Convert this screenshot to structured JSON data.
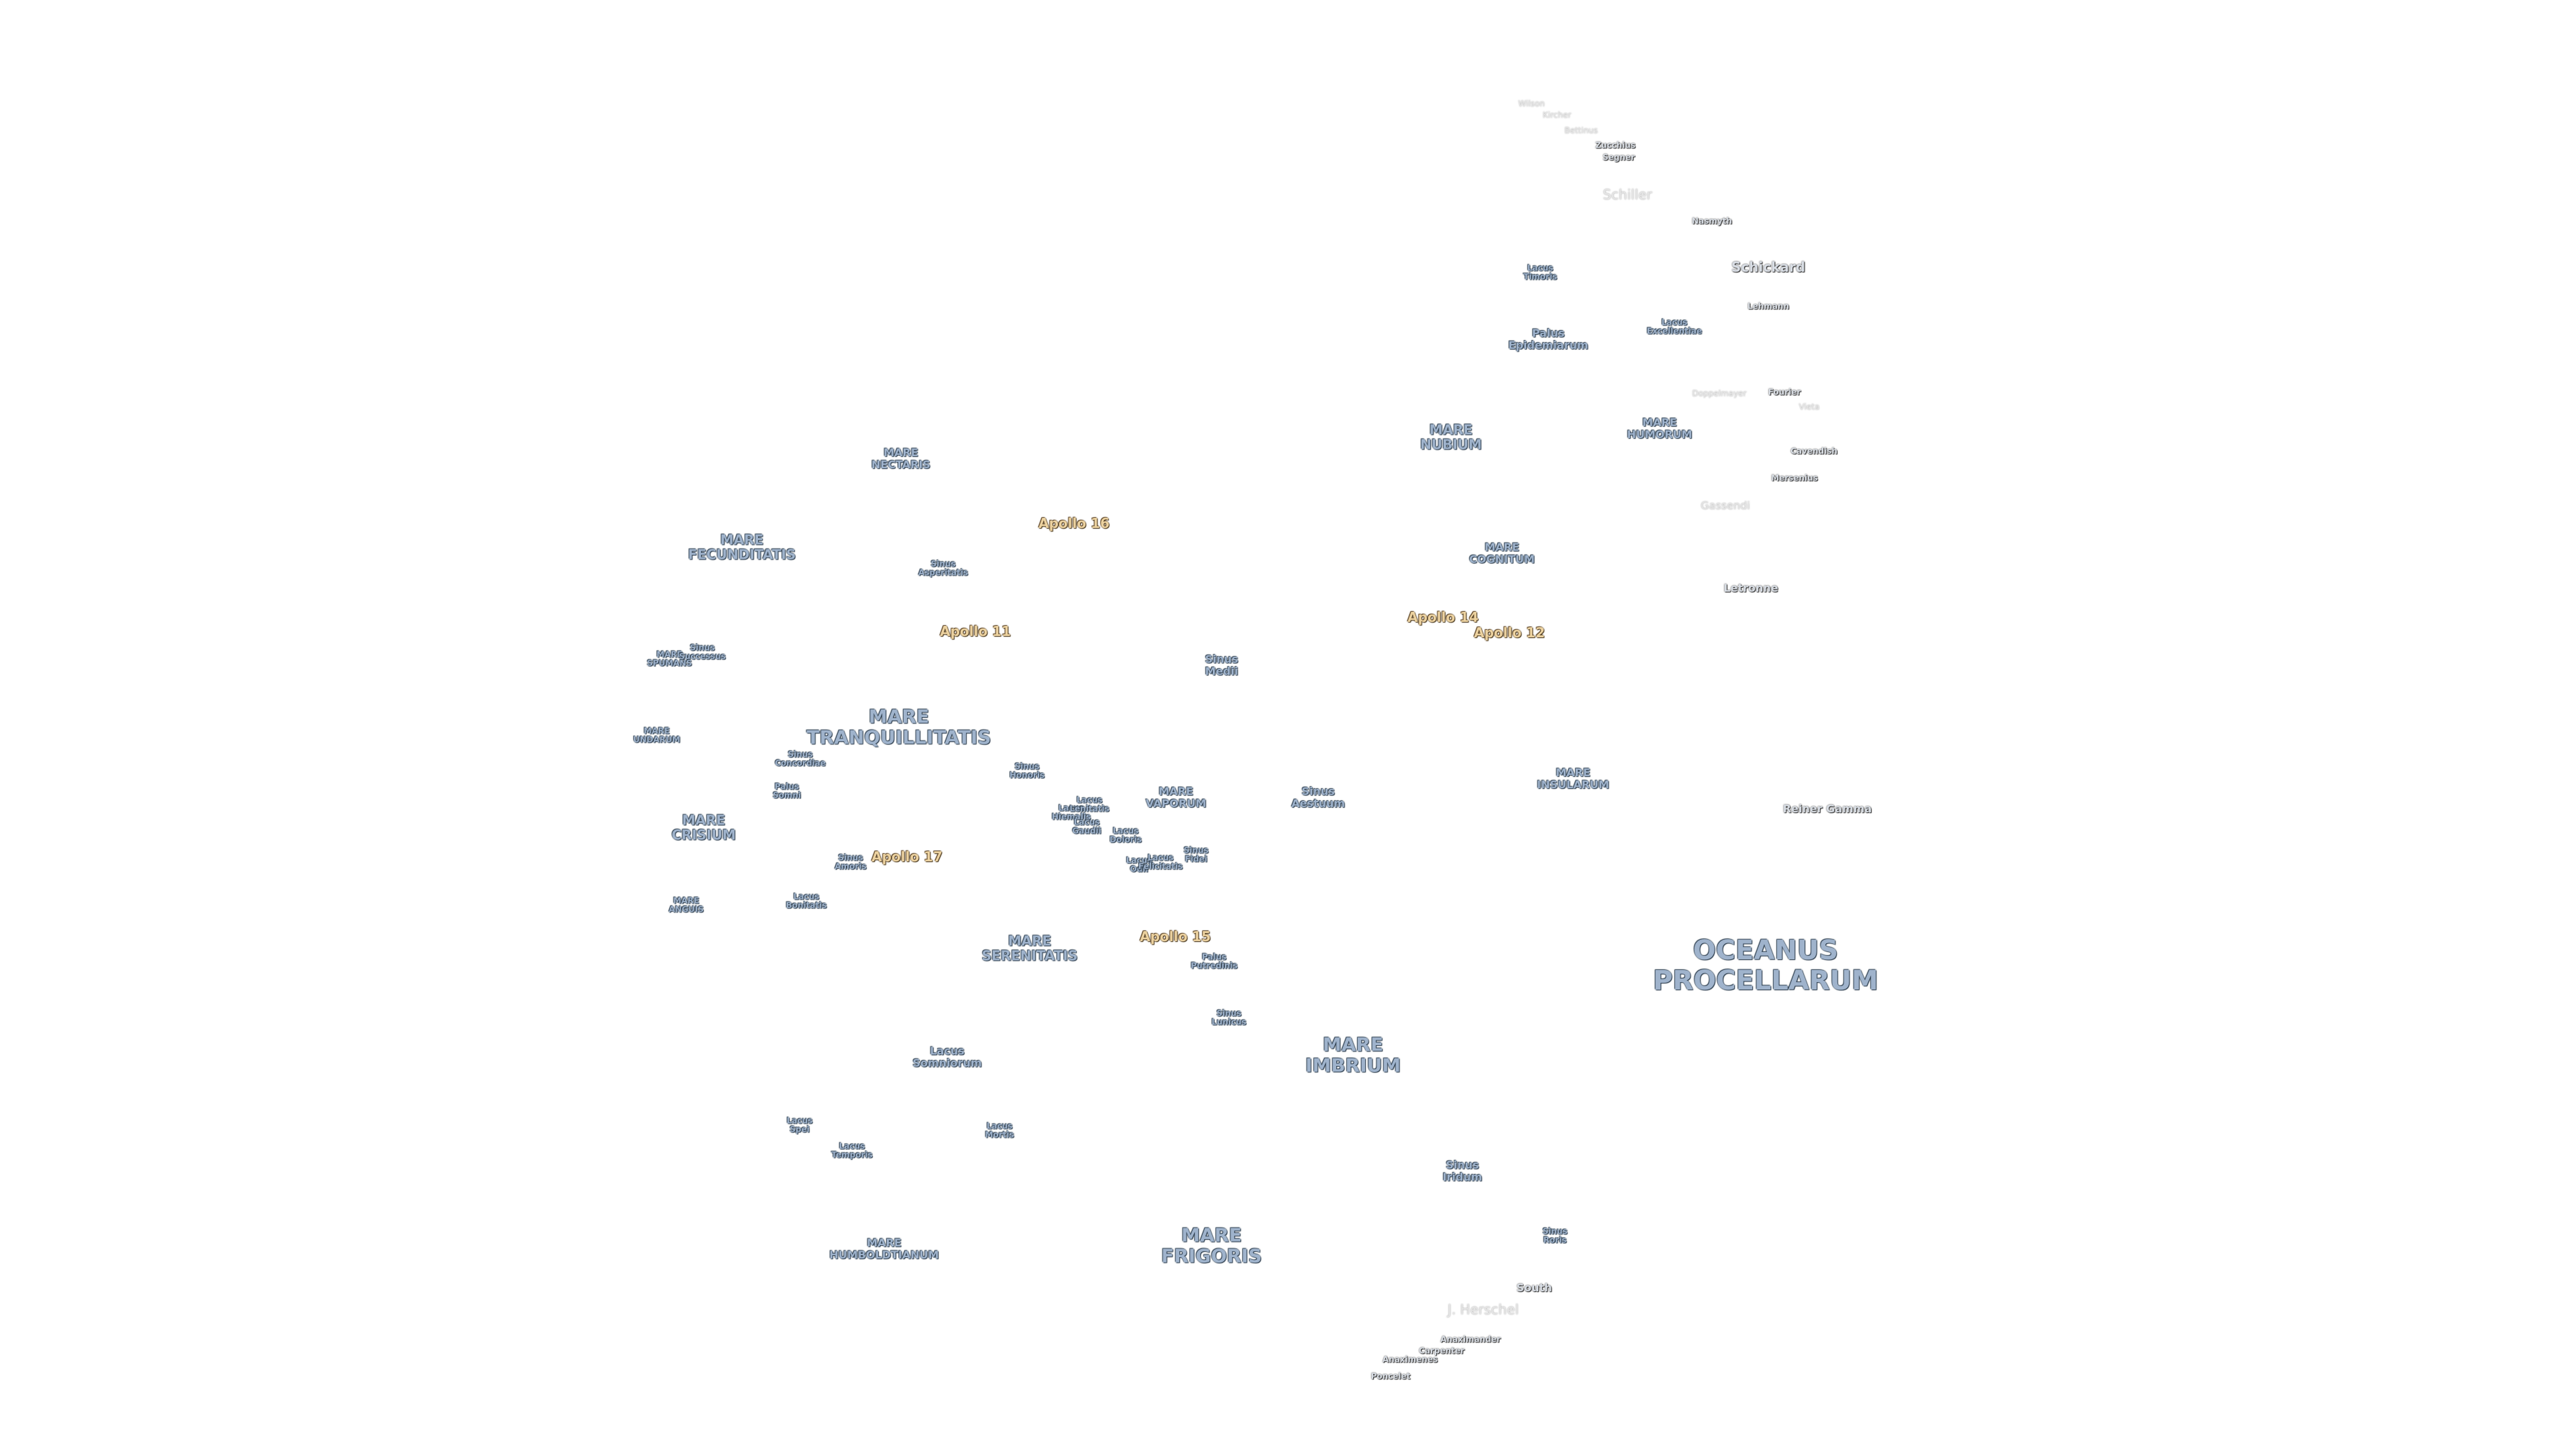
{
  "features": [
    {
      "name": "oceanus-procellarum",
      "lines": [
        "OCEANUS",
        "PROCELLARUM"
      ],
      "kind": "mare",
      "size": "xl"
    },
    {
      "name": "mare-imbrium",
      "lines": [
        "MARE",
        "IMBRIUM"
      ],
      "kind": "mare",
      "size": "l"
    },
    {
      "name": "mare-frigoris",
      "lines": [
        "MARE",
        "FRIGORIS"
      ],
      "kind": "mare",
      "size": "l"
    },
    {
      "name": "mare-serenitatis",
      "lines": [
        "MARE",
        "SERENITATIS"
      ],
      "kind": "mare",
      "size": "m"
    },
    {
      "name": "mare-tranquillitatis",
      "lines": [
        "MARE",
        "TRANQUILLITATIS"
      ],
      "kind": "mare",
      "size": "l"
    },
    {
      "name": "mare-fecunditatis",
      "lines": [
        "MARE",
        "FECUNDITATIS"
      ],
      "kind": "mare",
      "size": "m"
    },
    {
      "name": "mare-nectaris",
      "lines": [
        "MARE",
        "NECTARIS"
      ],
      "kind": "mare",
      "size": "s"
    },
    {
      "name": "mare-crisium",
      "lines": [
        "MARE",
        "CRISIUM"
      ],
      "kind": "mare",
      "size": "m"
    },
    {
      "name": "mare-nubium",
      "lines": [
        "MARE",
        "NUBIUM"
      ],
      "kind": "mare",
      "size": "m"
    },
    {
      "name": "mare-humorum",
      "lines": [
        "MARE",
        "HUMORUM"
      ],
      "kind": "mare",
      "size": "s"
    },
    {
      "name": "mare-cognitum",
      "lines": [
        "MARE",
        "COGNITUM"
      ],
      "kind": "mare",
      "size": "s"
    },
    {
      "name": "mare-insularum",
      "lines": [
        "MARE",
        "INSULARUM"
      ],
      "kind": "mare",
      "size": "s"
    },
    {
      "name": "mare-vaporum",
      "lines": [
        "MARE",
        "VAPORUM"
      ],
      "kind": "mare",
      "size": "s"
    },
    {
      "name": "mare-humboldtianum",
      "lines": [
        "MARE",
        "HUMBOLDTIANUM"
      ],
      "kind": "mare",
      "size": "s"
    },
    {
      "name": "mare-anguis",
      "lines": [
        "MARE",
        "ANGUIS"
      ],
      "kind": "mare",
      "size": "xs"
    },
    {
      "name": "mare-spumans",
      "lines": [
        "MARE",
        "SPUMANS"
      ],
      "kind": "mare",
      "size": "xs"
    },
    {
      "name": "mare-undarum",
      "lines": [
        "MARE",
        "UNDARUM"
      ],
      "kind": "mare",
      "size": "xs"
    },
    {
      "name": "sinus-successus",
      "lines": [
        "Sinus",
        "Successus"
      ],
      "kind": "mare",
      "size": "xs"
    },
    {
      "name": "sinus-asperitatis",
      "lines": [
        "Sinus",
        "Asperitatis"
      ],
      "kind": "mare",
      "size": "xs"
    },
    {
      "name": "sinus-medii",
      "lines": [
        "Sinus",
        "Medii"
      ],
      "kind": "mare",
      "size": "s"
    },
    {
      "name": "sinus-aestuum",
      "lines": [
        "Sinus",
        "Aestuum"
      ],
      "kind": "mare",
      "size": "s"
    },
    {
      "name": "sinus-concordiae",
      "lines": [
        "Sinus",
        "Concordiae"
      ],
      "kind": "mare",
      "size": "xs"
    },
    {
      "name": "sinus-honoris",
      "lines": [
        "Sinus",
        "Honoris"
      ],
      "kind": "mare",
      "size": "xs"
    },
    {
      "name": "sinus-amoris",
      "lines": [
        "Sinus",
        "Amoris"
      ],
      "kind": "mare",
      "size": "xs"
    },
    {
      "name": "sinus-fidei",
      "lines": [
        "Sinus",
        "Fidei"
      ],
      "kind": "mare",
      "size": "xs"
    },
    {
      "name": "sinus-lunicus",
      "lines": [
        "Sinus",
        "Lunicus"
      ],
      "kind": "mare",
      "size": "xs"
    },
    {
      "name": "sinus-iridum",
      "lines": [
        "Sinus",
        "Iridum"
      ],
      "kind": "mare",
      "size": "s"
    },
    {
      "name": "sinus-roris",
      "lines": [
        "Sinus",
        "Roris"
      ],
      "kind": "mare",
      "size": "xs"
    },
    {
      "name": "palus-somni",
      "lines": [
        "Palus",
        "Somni"
      ],
      "kind": "mare",
      "size": "xs"
    },
    {
      "name": "palus-putredinis",
      "lines": [
        "Palus",
        "Putredinis"
      ],
      "kind": "mare",
      "size": "xs"
    },
    {
      "name": "palus-epidemiarum",
      "lines": [
        "Palus",
        "Epidemiarum"
      ],
      "kind": "mare",
      "size": "s"
    },
    {
      "name": "lacus-timoris",
      "lines": [
        "Lacus",
        "Timoris"
      ],
      "kind": "mare",
      "size": "xs"
    },
    {
      "name": "lacus-excellentiae",
      "lines": [
        "Lacus",
        "Excellentiae"
      ],
      "kind": "mare",
      "size": "xs"
    },
    {
      "name": "lacus-bonitatis",
      "lines": [
        "Lacus",
        "Bonitatis"
      ],
      "kind": "mare",
      "size": "xs"
    },
    {
      "name": "lacus-somniorum",
      "lines": [
        "Lacus",
        "Somniorum"
      ],
      "kind": "mare",
      "size": "s"
    },
    {
      "name": "lacus-spei",
      "lines": [
        "Lacus",
        "Spei"
      ],
      "kind": "mare",
      "size": "xs"
    },
    {
      "name": "lacus-temporis",
      "lines": [
        "Lacus",
        "Temporis"
      ],
      "kind": "mare",
      "size": "xs"
    },
    {
      "name": "lacus-mortis",
      "lines": [
        "Lacus",
        "Mortis"
      ],
      "kind": "mare",
      "size": "xs"
    },
    {
      "name": "lacus-doloris",
      "lines": [
        "Lacus",
        "Doloris"
      ],
      "kind": "mare",
      "size": "xs"
    },
    {
      "name": "lacus-hiemalis",
      "lines": [
        "Lacus",
        "Hiemalis"
      ],
      "kind": "mare",
      "size": "xs"
    },
    {
      "name": "lacus-lenitatis",
      "lines": [
        "Lacus",
        "Lenitatis"
      ],
      "kind": "mare",
      "size": "xs"
    },
    {
      "name": "lacus-gaudii",
      "lines": [
        "Lacus",
        "Gaudii"
      ],
      "kind": "mare",
      "size": "xs"
    },
    {
      "name": "lacus-odii",
      "lines": [
        "Lacus",
        "Odii"
      ],
      "kind": "mare",
      "size": "xs"
    },
    {
      "name": "lacus-felicitatis",
      "lines": [
        "Lacus",
        "Felicitatis"
      ],
      "kind": "mare",
      "size": "xs"
    },
    {
      "name": "apollo-11",
      "lines": [
        "Apollo 11"
      ],
      "kind": "apollo",
      "size": "m"
    },
    {
      "name": "apollo-12",
      "lines": [
        "Apollo 12"
      ],
      "kind": "apollo",
      "size": "m"
    },
    {
      "name": "apollo-14",
      "lines": [
        "Apollo 14"
      ],
      "kind": "apollo",
      "size": "m"
    },
    {
      "name": "apollo-15",
      "lines": [
        "Apollo 15"
      ],
      "kind": "apollo",
      "size": "m"
    },
    {
      "name": "apollo-16",
      "lines": [
        "Apollo 16"
      ],
      "kind": "apollo",
      "size": "m"
    },
    {
      "name": "apollo-17",
      "lines": [
        "Apollo 17"
      ],
      "kind": "apollo",
      "size": "m"
    },
    {
      "name": "schickard",
      "lines": [
        "Schickard"
      ],
      "kind": "crater",
      "size": "m"
    },
    {
      "name": "schiller",
      "lines": [
        "Schiller"
      ],
      "kind": "crater-dim",
      "size": "m"
    },
    {
      "name": "wilson",
      "lines": [
        "Wilson"
      ],
      "kind": "crater-dim",
      "size": "xs"
    },
    {
      "name": "kircher",
      "lines": [
        "Kircher"
      ],
      "kind": "crater-dim",
      "size": "xs"
    },
    {
      "name": "bettinus",
      "lines": [
        "Bettinus"
      ],
      "kind": "crater-dim",
      "size": "xs"
    },
    {
      "name": "zucchius",
      "lines": [
        "Zucchius"
      ],
      "kind": "crater",
      "size": "xs"
    },
    {
      "name": "segner",
      "lines": [
        "Segner"
      ],
      "kind": "crater",
      "size": "xs"
    },
    {
      "name": "nasmyth",
      "lines": [
        "Nasmyth"
      ],
      "kind": "crater",
      "size": "xs"
    },
    {
      "name": "lehmann",
      "lines": [
        "Lehmann"
      ],
      "kind": "crater",
      "size": "xs"
    },
    {
      "name": "doppelmayer",
      "lines": [
        "Doppelmayer"
      ],
      "kind": "crater-dim",
      "size": "xs"
    },
    {
      "name": "fourier",
      "lines": [
        "Fourier"
      ],
      "kind": "crater",
      "size": "xs"
    },
    {
      "name": "vieta",
      "lines": [
        "Vieta"
      ],
      "kind": "crater-dim",
      "size": "xs"
    },
    {
      "name": "cavendish",
      "lines": [
        "Cavendish"
      ],
      "kind": "crater",
      "size": "xs"
    },
    {
      "name": "mersenius",
      "lines": [
        "Mersenius"
      ],
      "kind": "crater",
      "size": "xs"
    },
    {
      "name": "gassendi",
      "lines": [
        "Gassendi"
      ],
      "kind": "crater-dim",
      "size": "s"
    },
    {
      "name": "letronne",
      "lines": [
        "Letronne"
      ],
      "kind": "crater",
      "size": "s"
    },
    {
      "name": "reiner-gamma",
      "lines": [
        "Reiner Gamma"
      ],
      "kind": "crater",
      "size": "s"
    },
    {
      "name": "south",
      "lines": [
        "South"
      ],
      "kind": "crater",
      "size": "s"
    },
    {
      "name": "j-herschel",
      "lines": [
        "J. Herschel"
      ],
      "kind": "crater-dim",
      "size": "m"
    },
    {
      "name": "anaximander",
      "lines": [
        "Anaximander"
      ],
      "kind": "crater",
      "size": "xs"
    },
    {
      "name": "carpenter",
      "lines": [
        "Carpenter"
      ],
      "kind": "crater",
      "size": "xs"
    },
    {
      "name": "anaximenes",
      "lines": [
        "Anaximenes"
      ],
      "kind": "crater",
      "size": "xs"
    },
    {
      "name": "poncelet",
      "lines": [
        "Poncelet"
      ],
      "kind": "crater",
      "size": "xs"
    }
  ]
}
